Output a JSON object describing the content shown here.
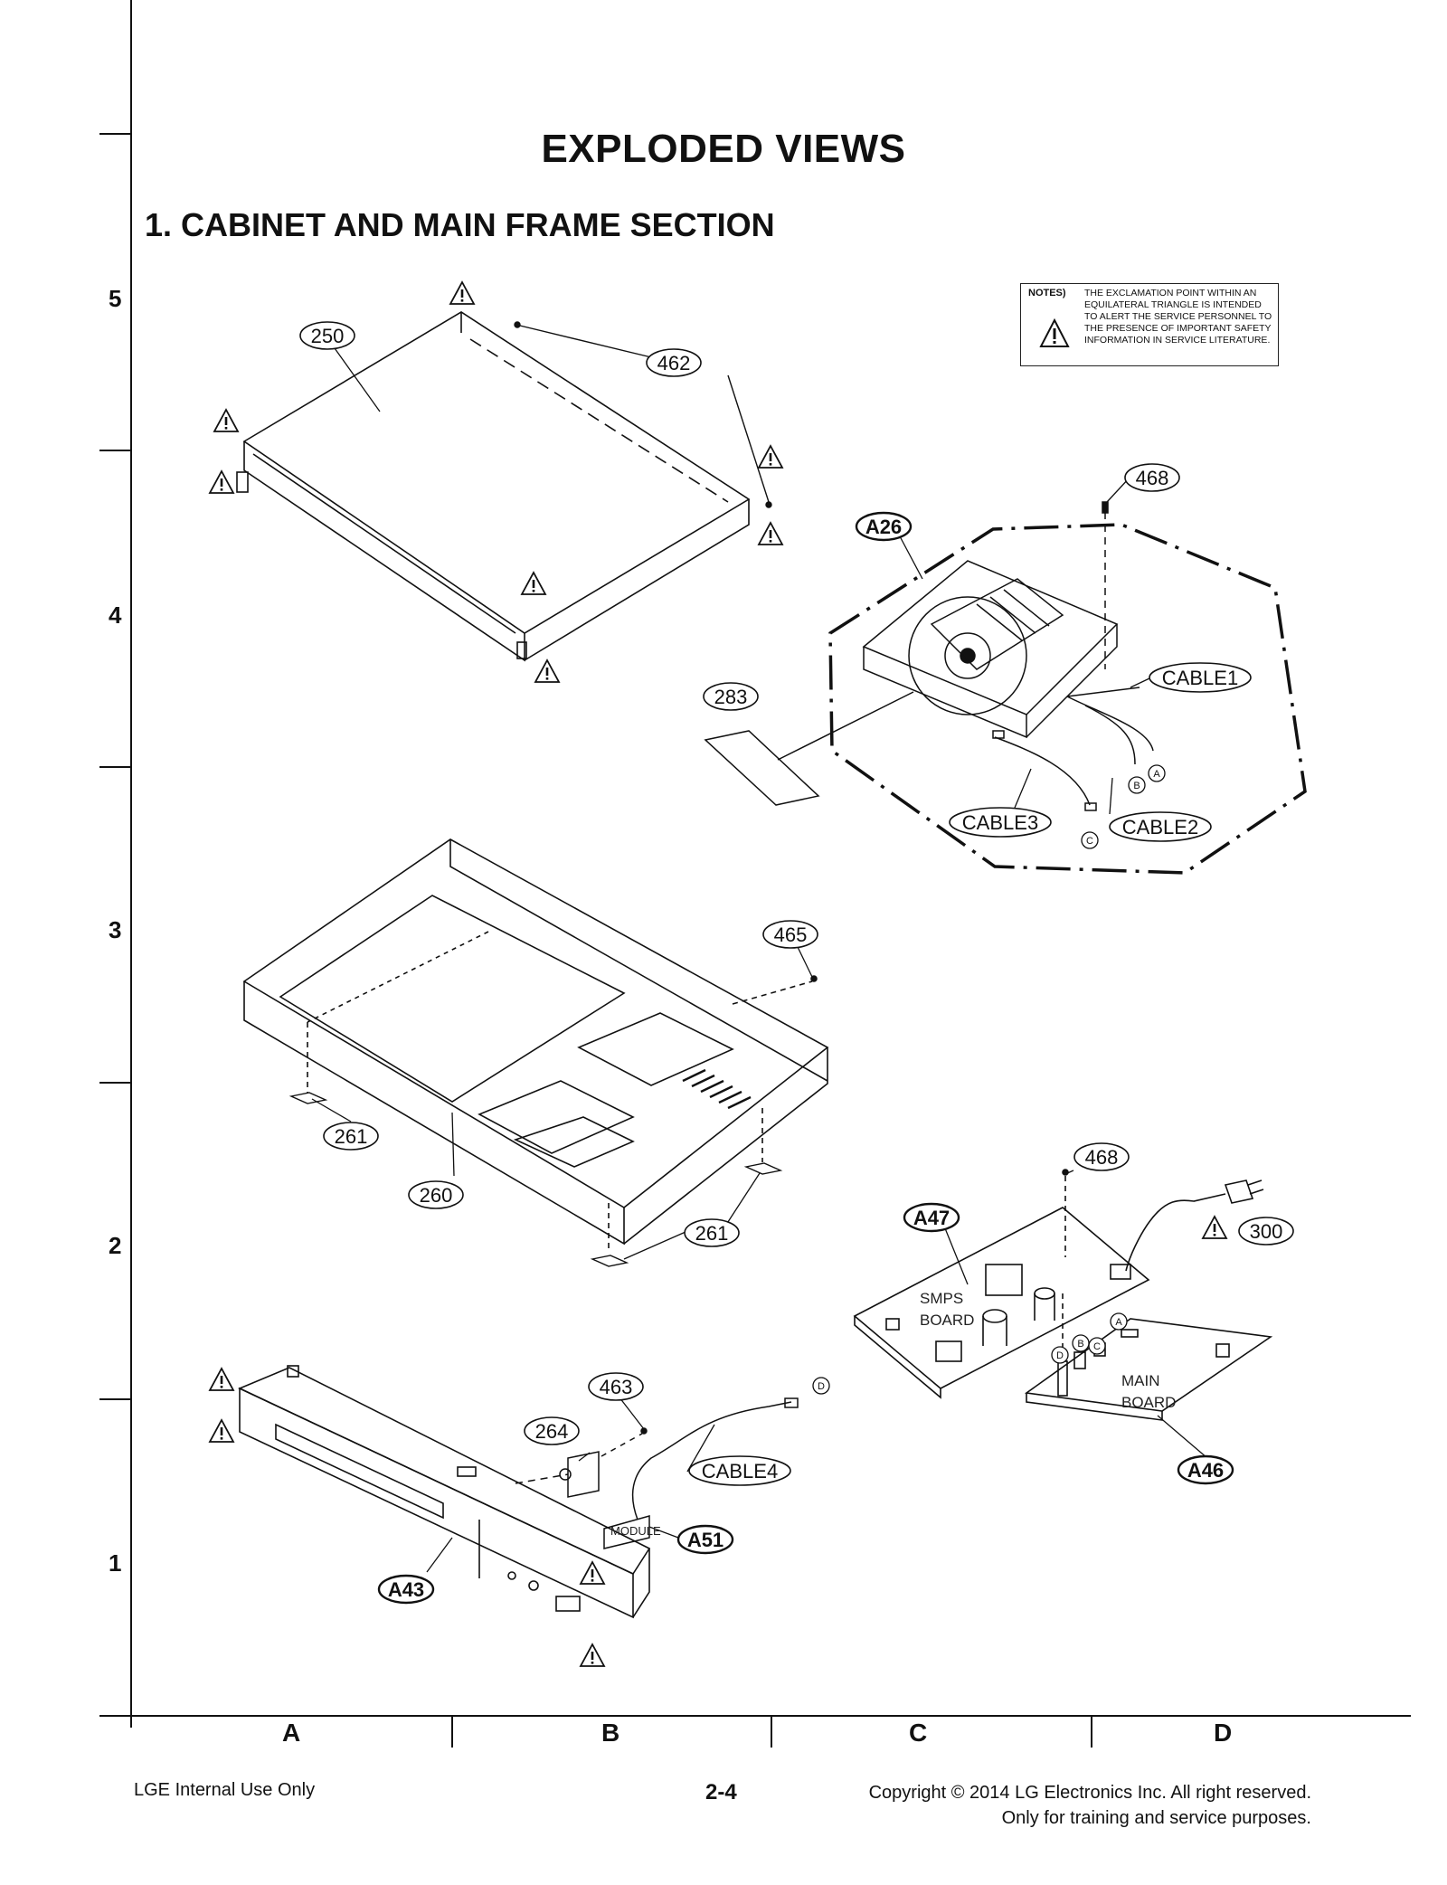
{
  "title": "EXPLODED VIEWS",
  "section": "1. CABINET AND MAIN FRAME SECTION",
  "notes": {
    "heading": "NOTES)",
    "text": "THE EXCLAMATION POINT WITHIN AN EQUILATERAL TRIANGLE IS INTENDED TO ALERT THE SERVICE PERSONNEL TO THE PRESENCE OF IMPORTANT SAFETY INFORMATION IN SERVICE LITERATURE."
  },
  "grid": {
    "rows": [
      "5",
      "4",
      "3",
      "2",
      "1"
    ],
    "columns": [
      "A",
      "B",
      "C",
      "D"
    ]
  },
  "callouts": {
    "c250": "250",
    "c462": "462",
    "c468a": "468",
    "a26": "A26",
    "cable1": "CABLE1",
    "c283": "283",
    "cable3": "CABLE3",
    "cable2": "CABLE2",
    "c465": "465",
    "c261a": "261",
    "c260": "260",
    "c261b": "261",
    "c468b": "468",
    "a47": "A47",
    "c300": "300",
    "c463": "463",
    "c264": "264",
    "cable4": "CABLE4",
    "a51": "A51",
    "a43": "A43",
    "a46": "A46"
  },
  "board_labels": {
    "smps_line1": "SMPS",
    "smps_line2": "BOARD",
    "main_line1": "MAIN",
    "main_line2": "BOARD",
    "module": "MODULE"
  },
  "connector_letters": {
    "a": "A",
    "b": "B",
    "c": "C",
    "d": "D"
  },
  "footer": {
    "left": "LGE Internal Use Only",
    "page": "2-4",
    "copyright_line1": "Copyright © 2014 LG Electronics Inc. All right reserved.",
    "copyright_line2": "Only for training and service purposes."
  }
}
